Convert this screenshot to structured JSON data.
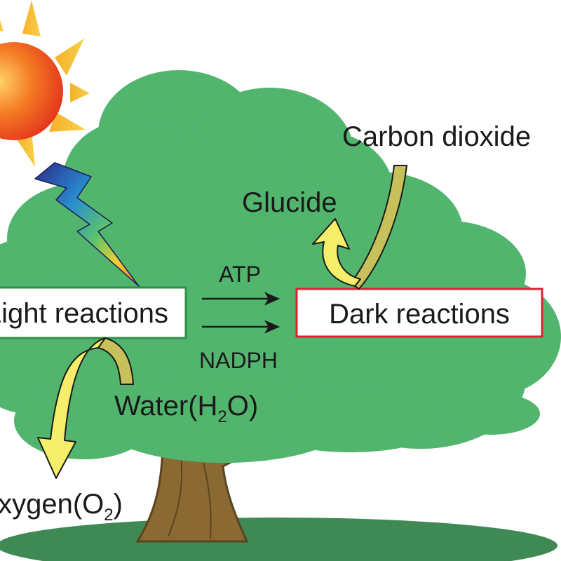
{
  "labels": {
    "light_reactions": "Light reactions",
    "dark_reactions": "Dark reactions",
    "atp": "ATP",
    "nadph": "NADPH",
    "glucide": "Glucide",
    "carbon_dioxide": "Carbon dioxide",
    "water_prefix": "Water(H",
    "water_sub": "2",
    "water_suffix": "O)",
    "oxygen_prefix": "Oxygen(O",
    "oxygen_sub": "2",
    "oxygen_suffix": ")"
  },
  "colors": {
    "foliage": "#52b56e",
    "trunk": "#8a6a32",
    "ground": "#3f8a54",
    "sun_core": "#e8321f",
    "sun_rays": "#f4a61d",
    "light_box_border": "#2f8f4a",
    "dark_box_border": "#d92330",
    "arrow_yellow": "#f4ee6a",
    "arrow_olive": "#c8c05a"
  }
}
